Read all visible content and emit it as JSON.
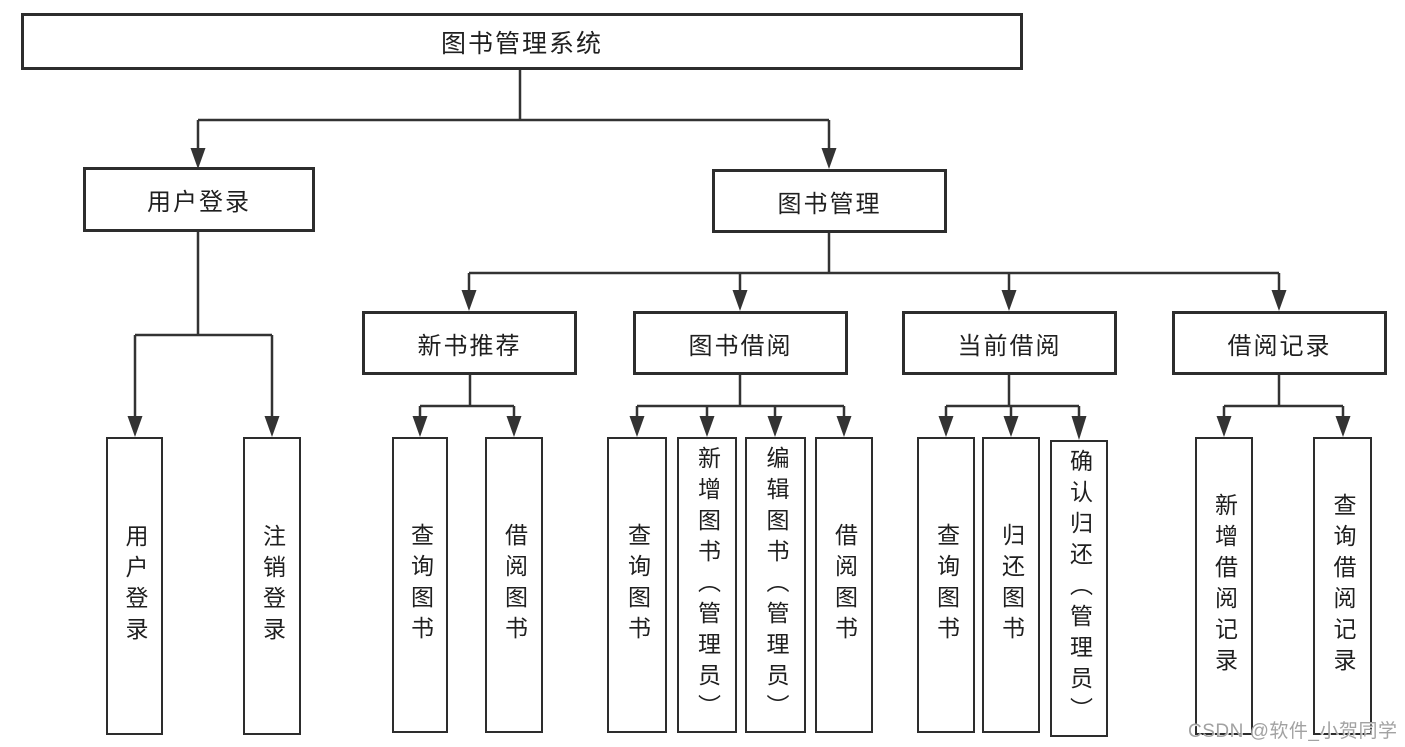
{
  "diagram_type": "hierarchy-tree",
  "tree": {
    "label": "图书管理系统",
    "children": [
      {
        "label": "用户登录",
        "children": [
          {
            "label": "用户登录"
          },
          {
            "label": "注销登录"
          }
        ]
      },
      {
        "label": "图书管理",
        "children": [
          {
            "label": "新书推荐",
            "children": [
              {
                "label": "查询图书"
              },
              {
                "label": "借阅图书"
              }
            ]
          },
          {
            "label": "图书借阅",
            "children": [
              {
                "label": "查询图书"
              },
              {
                "label": "新增图书（管理员）"
              },
              {
                "label": "编辑图书（管理员）"
              },
              {
                "label": "借阅图书"
              }
            ]
          },
          {
            "label": "当前借阅",
            "children": [
              {
                "label": "查询图书"
              },
              {
                "label": "归还图书"
              },
              {
                "label": "确认归还（管理员）"
              }
            ]
          },
          {
            "label": "借阅记录",
            "children": [
              {
                "label": "新增借阅记录"
              },
              {
                "label": "查询借阅记录"
              }
            ]
          }
        ]
      }
    ]
  },
  "watermark": {
    "text": "CSDN @软件_小贺同学"
  },
  "colors": {
    "background": "#ffffff",
    "line": "#333333",
    "box_border": "#2d2d2d",
    "text": "#1f1f1f",
    "watermark_text": "#a2a2a2"
  }
}
